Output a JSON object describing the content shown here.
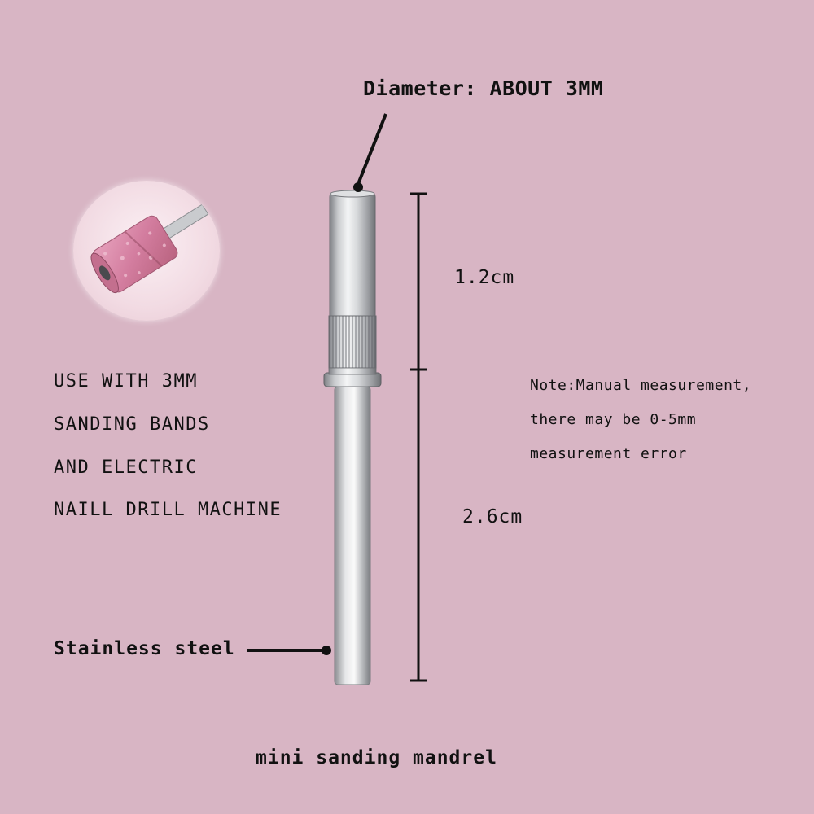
{
  "labels": {
    "diameter": "Diameter: ABOUT 3MM",
    "length_top": "1.2cm",
    "length_bottom": "2.6cm",
    "material": "Stainless steel",
    "caption": "mini sanding mandrel"
  },
  "usage_lines": [
    "USE WITH 3MM",
    "SANDING BANDS",
    "AND ELECTRIC",
    "NAILL DRILL MACHINE"
  ],
  "note_lines": [
    "Note:Manual measurement,",
    "there may be 0-5mm",
    "measurement error"
  ],
  "colors": {
    "background": "#d8b5c4",
    "text": "#111111",
    "sanding_band": "#d98aa8"
  }
}
